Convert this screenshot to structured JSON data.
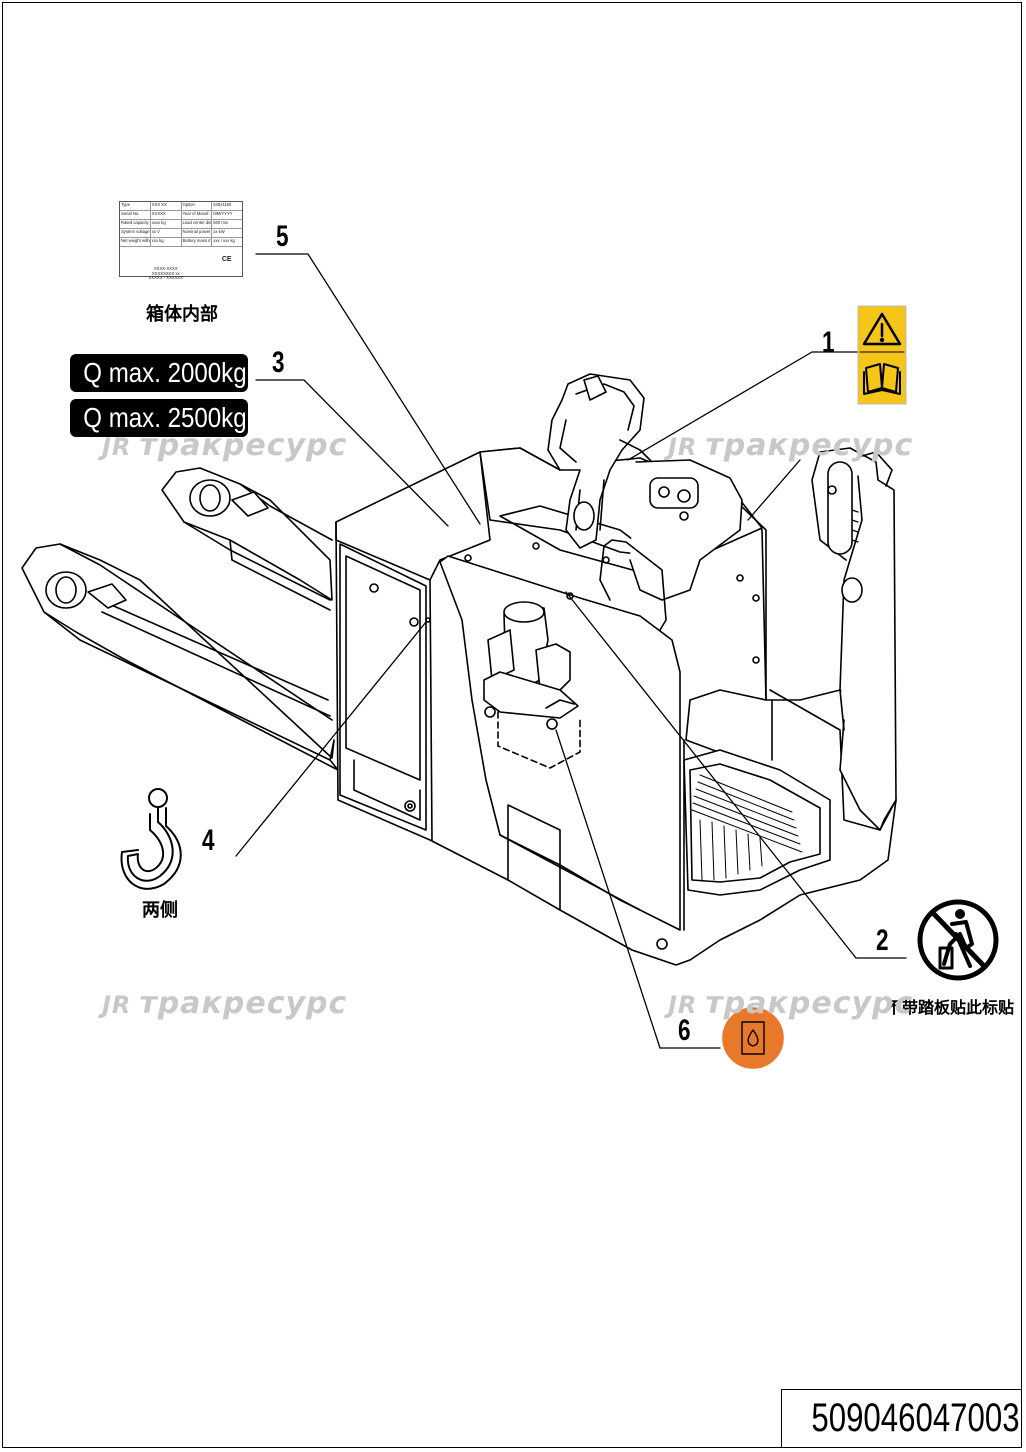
{
  "nameplate": {
    "rows": [
      [
        "Type",
        "XXX XX",
        "Option",
        "540x1150"
      ],
      [
        "Serial No.",
        "XXXXX",
        "Year of Manuf.",
        "MM/YYYY"
      ],
      [
        "Rated capacity",
        "xxxx kg",
        "Load center distance",
        "600 mm"
      ],
      [
        "System voltage",
        "xx V",
        "Nominal power",
        "xx kW"
      ],
      [
        "Net weight without battery",
        "xxx kg",
        "Battery mass min/max",
        "xxx / xxx kg"
      ]
    ],
    "code_lines": [
      "XXXX-XXXX",
      "XXXXXXXX xx",
      "XXXXX - XXXXXX"
    ],
    "ce_mark": "CE"
  },
  "captions": {
    "nameplate_location": "箱体内部",
    "hook_location": "两侧",
    "no_step_note": "不带踏板贴此标贴"
  },
  "capacity_labels": [
    "Q max. 2000kg",
    "Q max. 2500kg"
  ],
  "callouts": [
    "1",
    "2",
    "3",
    "4",
    "5",
    "6"
  ],
  "watermark": {
    "logo": "JR",
    "text": "трaкресурс"
  },
  "doc_number": "509046047003",
  "colors": {
    "warning_yellow": "#f5c518",
    "oil_orange": "#e8782a",
    "line": "#000000",
    "watermark_gray": "#c8c8c8"
  },
  "icons": [
    "warning-triangle-icon",
    "manual-book-icon",
    "no-standing-icon",
    "lifting-hook-icon",
    "hydraulic-oil-icon"
  ]
}
